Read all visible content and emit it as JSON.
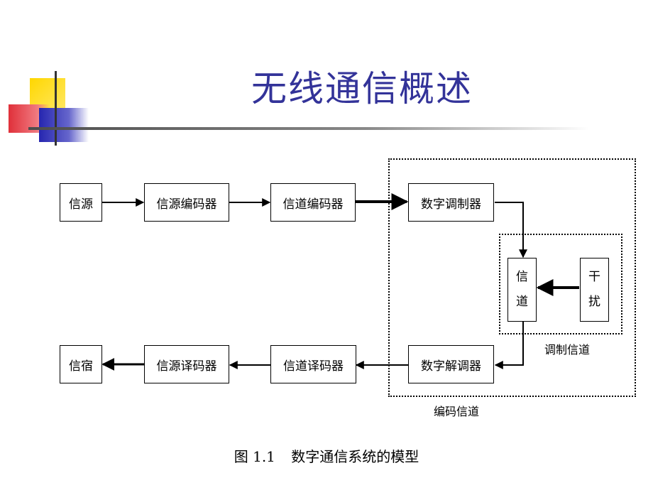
{
  "title": "无线通信概述",
  "blocks": {
    "source": "信源",
    "source_encoder": "信源编码器",
    "channel_encoder": "信道编码器",
    "modulator": "数字调制器",
    "channel": [
      "信",
      "道"
    ],
    "interference": [
      "干",
      "扰"
    ],
    "demodulator": "数字解调器",
    "channel_decoder": "信道译码器",
    "source_decoder": "信源译码器",
    "sink": "信宿"
  },
  "regions": {
    "modulation_channel": "调制信道",
    "coding_channel": "编码信道"
  },
  "caption": {
    "number": "图 1.1",
    "text": "数字通信系统的模型"
  }
}
